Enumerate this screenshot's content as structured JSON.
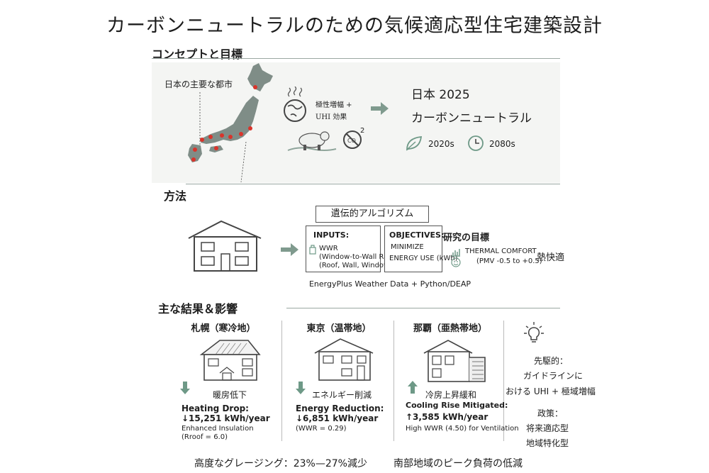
{
  "title": "カーボンニュートラルのための気候適応型住宅建築設計",
  "concept": {
    "heading": "コンセプトと目標",
    "map_label": "日本の主要な都市",
    "warming_text": "極性増幅 +",
    "uhi_text": "UHI 効果",
    "co2_sup": "2",
    "goal_line1": "日本 2025",
    "goal_line2": "カーボンニュートラル",
    "era1": "2020s",
    "era2": "2080s"
  },
  "method": {
    "heading": "方法",
    "ga_title": "遺伝的アルゴリズム",
    "inputs_title": "INPUTS:",
    "inputs_line1": "WWR",
    "inputs_line2": "(Window-to-Wall Ratio",
    "inputs_line3": "(Roof, Wall, Window)",
    "objectives_title": "OBJECTIVES:",
    "objectives_line1": "MINIMIZE",
    "objectives_line2": "ENERGY USE (kWh)",
    "research_goal": "研究の目標",
    "comfort_line1": "THERMAL COMFORT",
    "comfort_line2": "(PMV -0.5   to +0.5)",
    "comfort_jp": "熱快適",
    "tools": "EnergyPlus Weather Data + Python/DEAP"
  },
  "results": {
    "heading": "主な結果＆影響",
    "cities": [
      {
        "name": "札幌（寒冷地）",
        "effect": "暖房低下",
        "metric_label": "Heating Drop:",
        "metric_value": "↓15,251 kWh/year",
        "note1": "Enhanced Insulation",
        "note2": "(Rroof = 6.0)"
      },
      {
        "name": "東京（温帯地）",
        "effect": "エネルギー削減",
        "metric_label": "Energy Reduction:",
        "metric_value": "↓6,851 kWh/year",
        "note1": "(WWR = 0.29)",
        "note2": ""
      },
      {
        "name": "那覇（亜熱帯地）",
        "effect": "冷房上昇緩和",
        "metric_label": "Cooling Rise Mitigated:",
        "metric_value": "↑3,585  kWh/year",
        "note1": "High WWR (4.50) for Ventilation",
        "note2": ""
      }
    ],
    "side": {
      "line1": "先駆的：",
      "line2": "ガイドラインに",
      "line3": "おける UHI + 極域増幅",
      "line4": "政策：",
      "line5": "将来適応型",
      "line6": "地域特化型"
    },
    "footer_left": "高度なグレージング：23%—27%減少",
    "footer_right": "南部地域のピーク負荷の低減"
  },
  "colors": {
    "accent": "#6e9987",
    "map_fill": "#7f8d87",
    "city_dot": "#d9342b"
  }
}
